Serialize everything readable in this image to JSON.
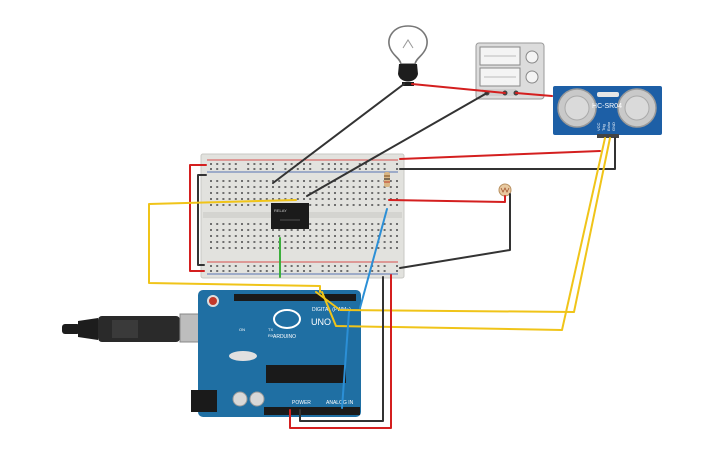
{
  "arduino": {
    "brand": "ARDUINO",
    "model": "UNO",
    "digital_label": "DIGITAL (PWM~)",
    "power_label": "POWER",
    "analog_label": "ANALOG IN",
    "tx_label": "TX",
    "rx_label": "RX",
    "on_label": "ON"
  },
  "sensor": {
    "model": "HC-SR04",
    "pins": [
      "VCC",
      "Trig",
      "Echo",
      "GND"
    ]
  },
  "relay": {
    "name": "RELAY"
  },
  "colors": {
    "wire_black": "#333333",
    "wire_red": "#d41f1f",
    "wire_yellow": "#f0c419",
    "wire_blue": "#2b8fd6",
    "wire_green": "#3cae3c",
    "board_blue": "#1f6fa3",
    "breadboard": "#e2e2de",
    "sensor_blue": "#1d5fa6"
  }
}
